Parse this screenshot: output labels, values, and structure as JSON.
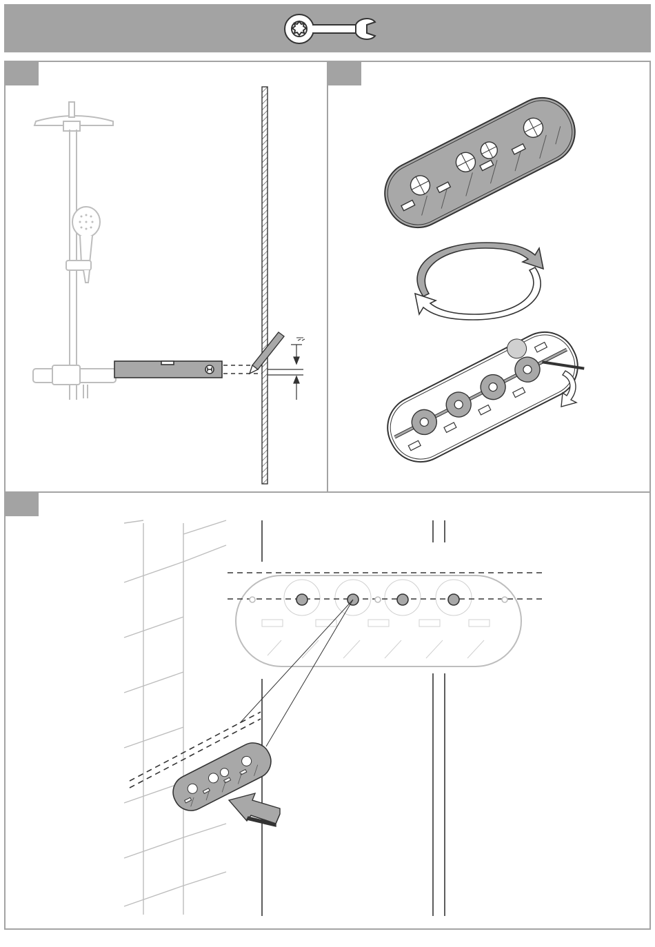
{
  "figure": {
    "domain": "installation-instructions",
    "colors": {
      "banner": "#a3a3a3",
      "line": "#333333",
      "part_fill": "#a8a8a8",
      "light_line": "#bdbdbd"
    },
    "icons": {
      "banner": "wrench-icon",
      "step1_tool": "spirit-level-icon",
      "step1_marker": "pencil-icon",
      "step2_action": "flip-arrows-icon",
      "step3_action": "push-arrow-icon"
    },
    "steps": [
      {
        "id": "step-1",
        "label": ""
      },
      {
        "id": "step-2",
        "label": ""
      },
      {
        "id": "step-3",
        "label": ""
      }
    ]
  }
}
